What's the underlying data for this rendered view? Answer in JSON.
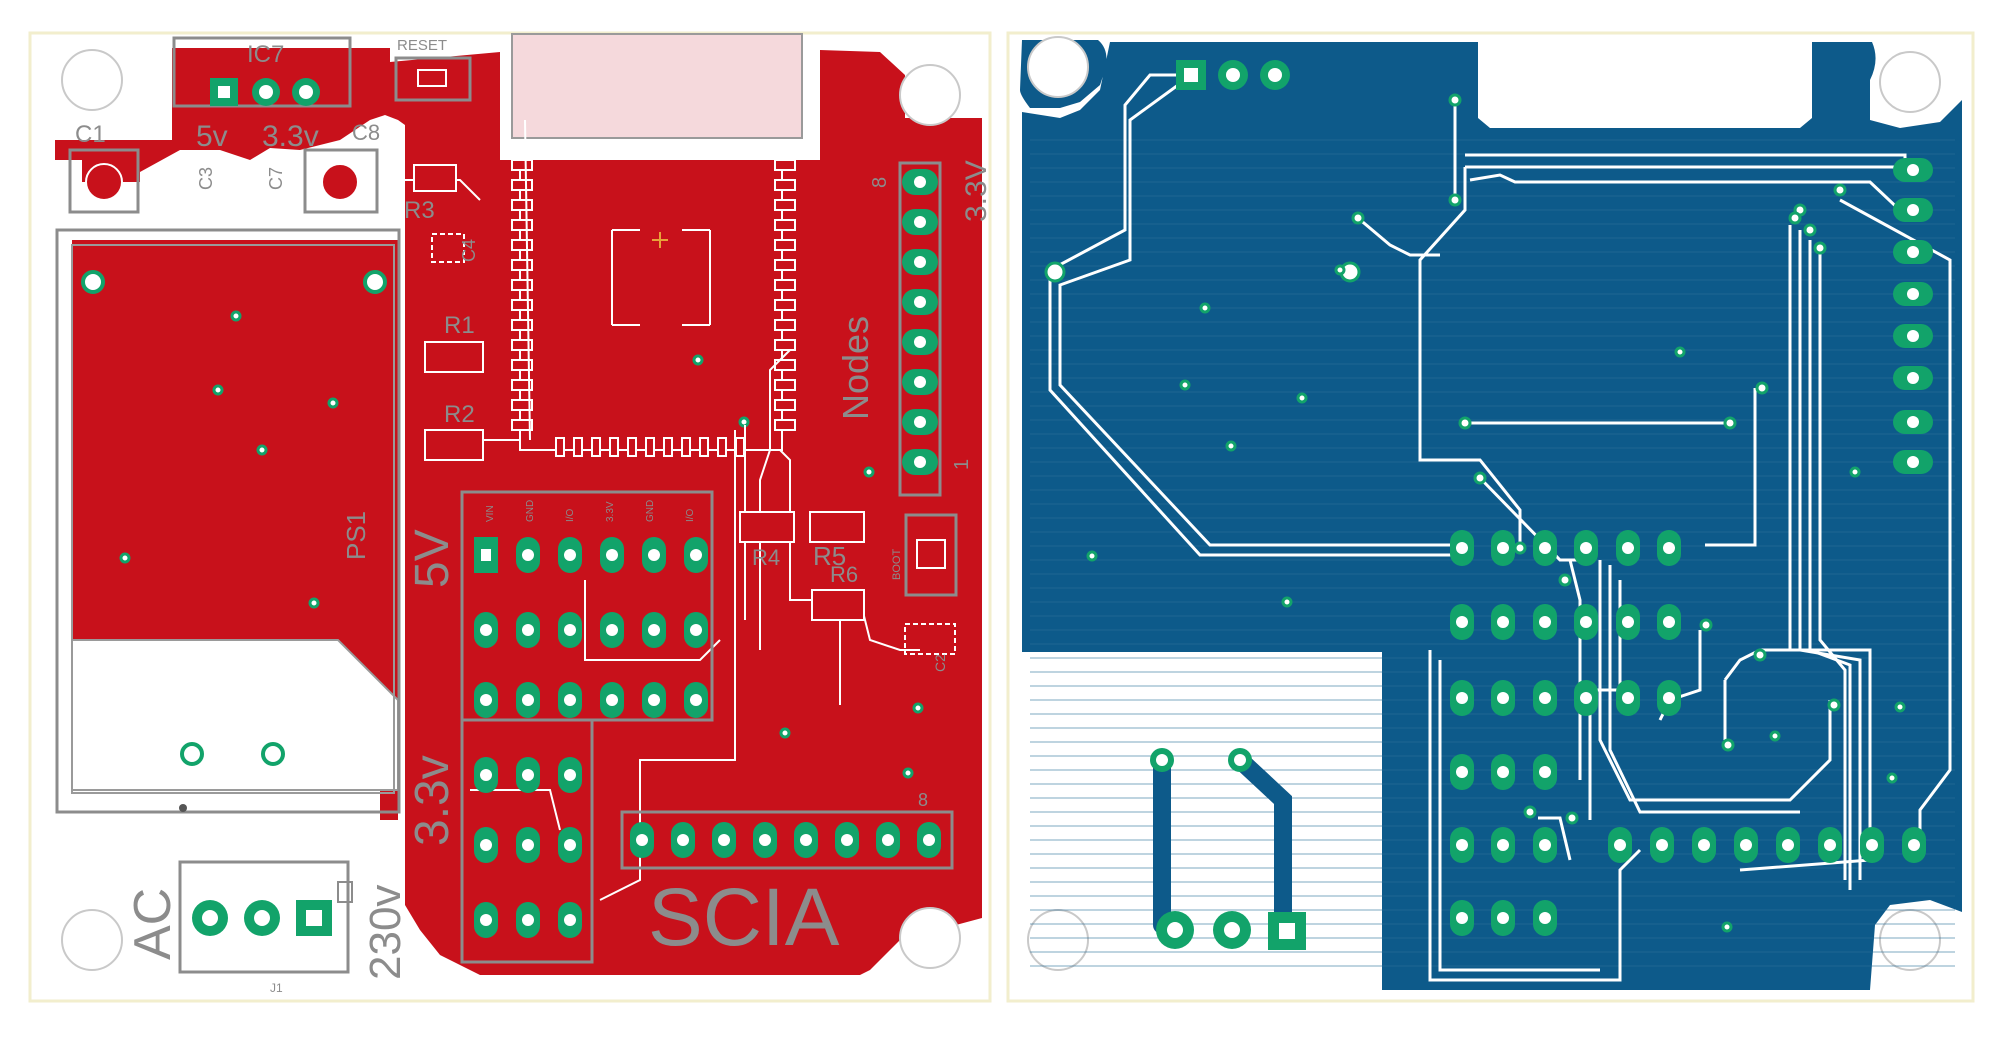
{
  "top_board": {
    "labels": {
      "ic7": "IC7",
      "reset": "RESET",
      "c1": "C1",
      "v5": "5v",
      "v33": "3.3v",
      "c8": "C8",
      "c3": "C3",
      "c7": "C7",
      "r3": "R3",
      "c4": "C4",
      "r1": "R1",
      "r2": "R2",
      "ps1": "PS1",
      "nodes": "Nodes",
      "node_8": "8",
      "node_1": "1",
      "rail_33v": "3.3V",
      "big_5v": "5V",
      "big_33v": "3.3v",
      "r4": "R4",
      "r5": "R5",
      "r6": "R6",
      "boot": "BOOT",
      "c2": "C2",
      "hdr_pins": [
        "VIN",
        "GND",
        "I/O",
        "3.3V",
        "GND",
        "I/O"
      ],
      "header_8": "8",
      "ac": "AC",
      "v230": "230v",
      "j1": "J1",
      "logo": "SCIA"
    }
  },
  "bottom_board": {},
  "colors": {
    "top_copper": "#c8111b",
    "bottom_copper": "#0d5a8a",
    "pad_green": "#12a36a",
    "silkscreen": "#8c8c8c",
    "board_bg": "#ffffff",
    "board_outline": "#f2eecd"
  }
}
